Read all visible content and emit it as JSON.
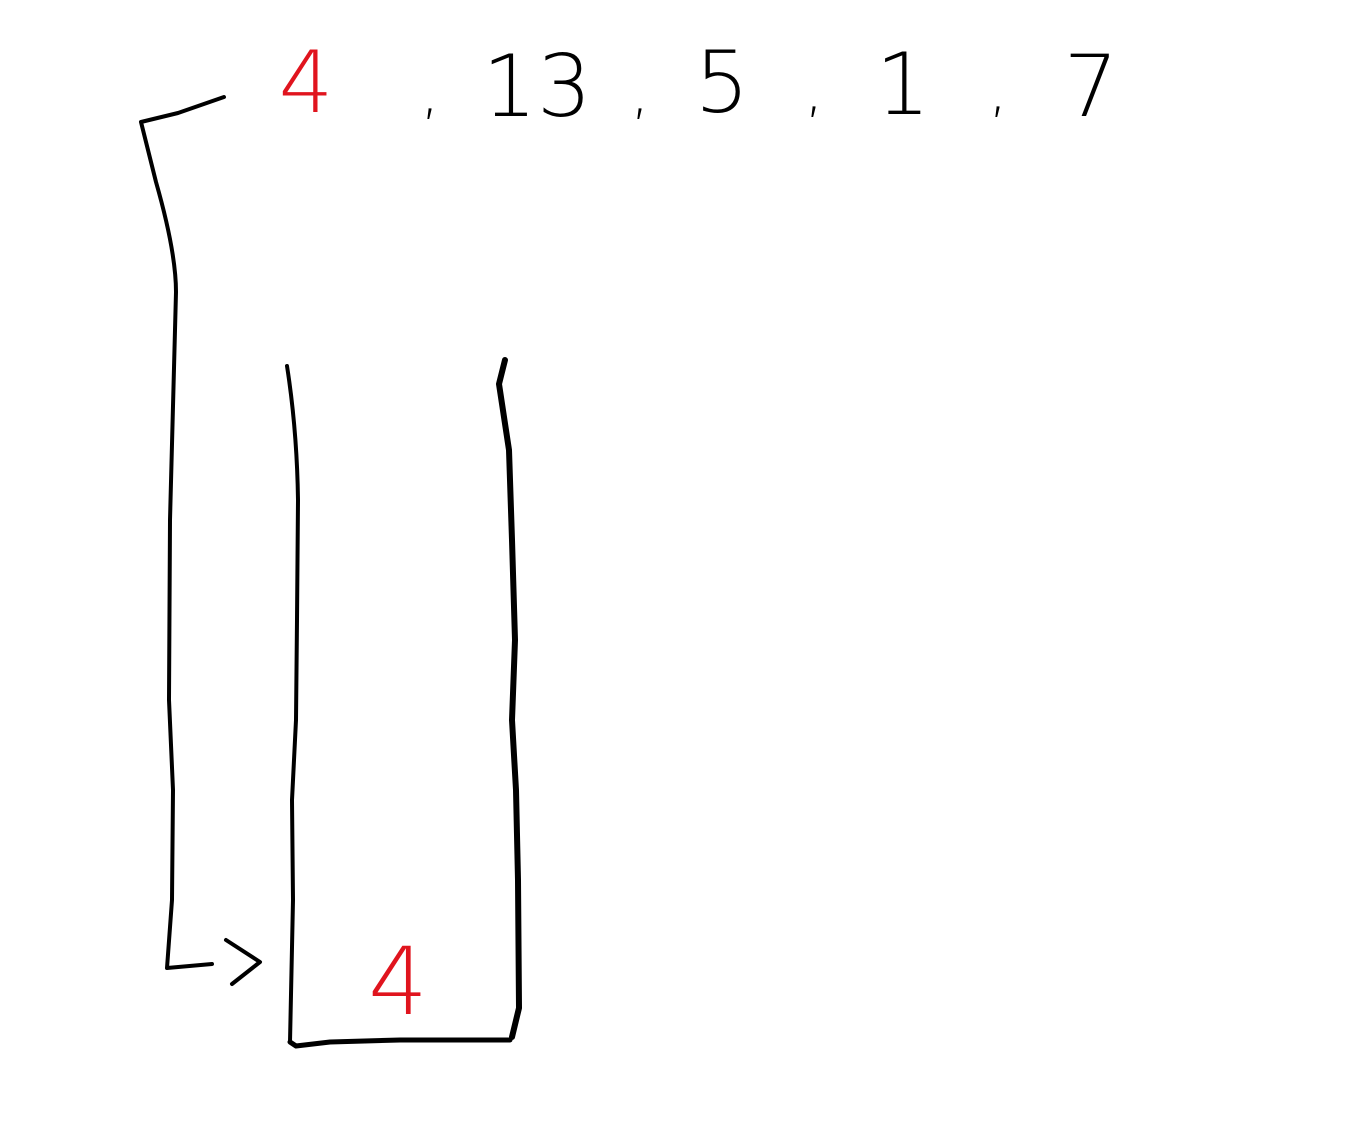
{
  "sequence": {
    "items": [
      "4",
      "13",
      "5",
      "1",
      "7"
    ],
    "separator": ",",
    "highlighted_index": 0
  },
  "stack": {
    "items": [
      "4"
    ]
  },
  "colors": {
    "ink": "#000000",
    "highlight": "#e0141e",
    "background": "#ffffff"
  }
}
